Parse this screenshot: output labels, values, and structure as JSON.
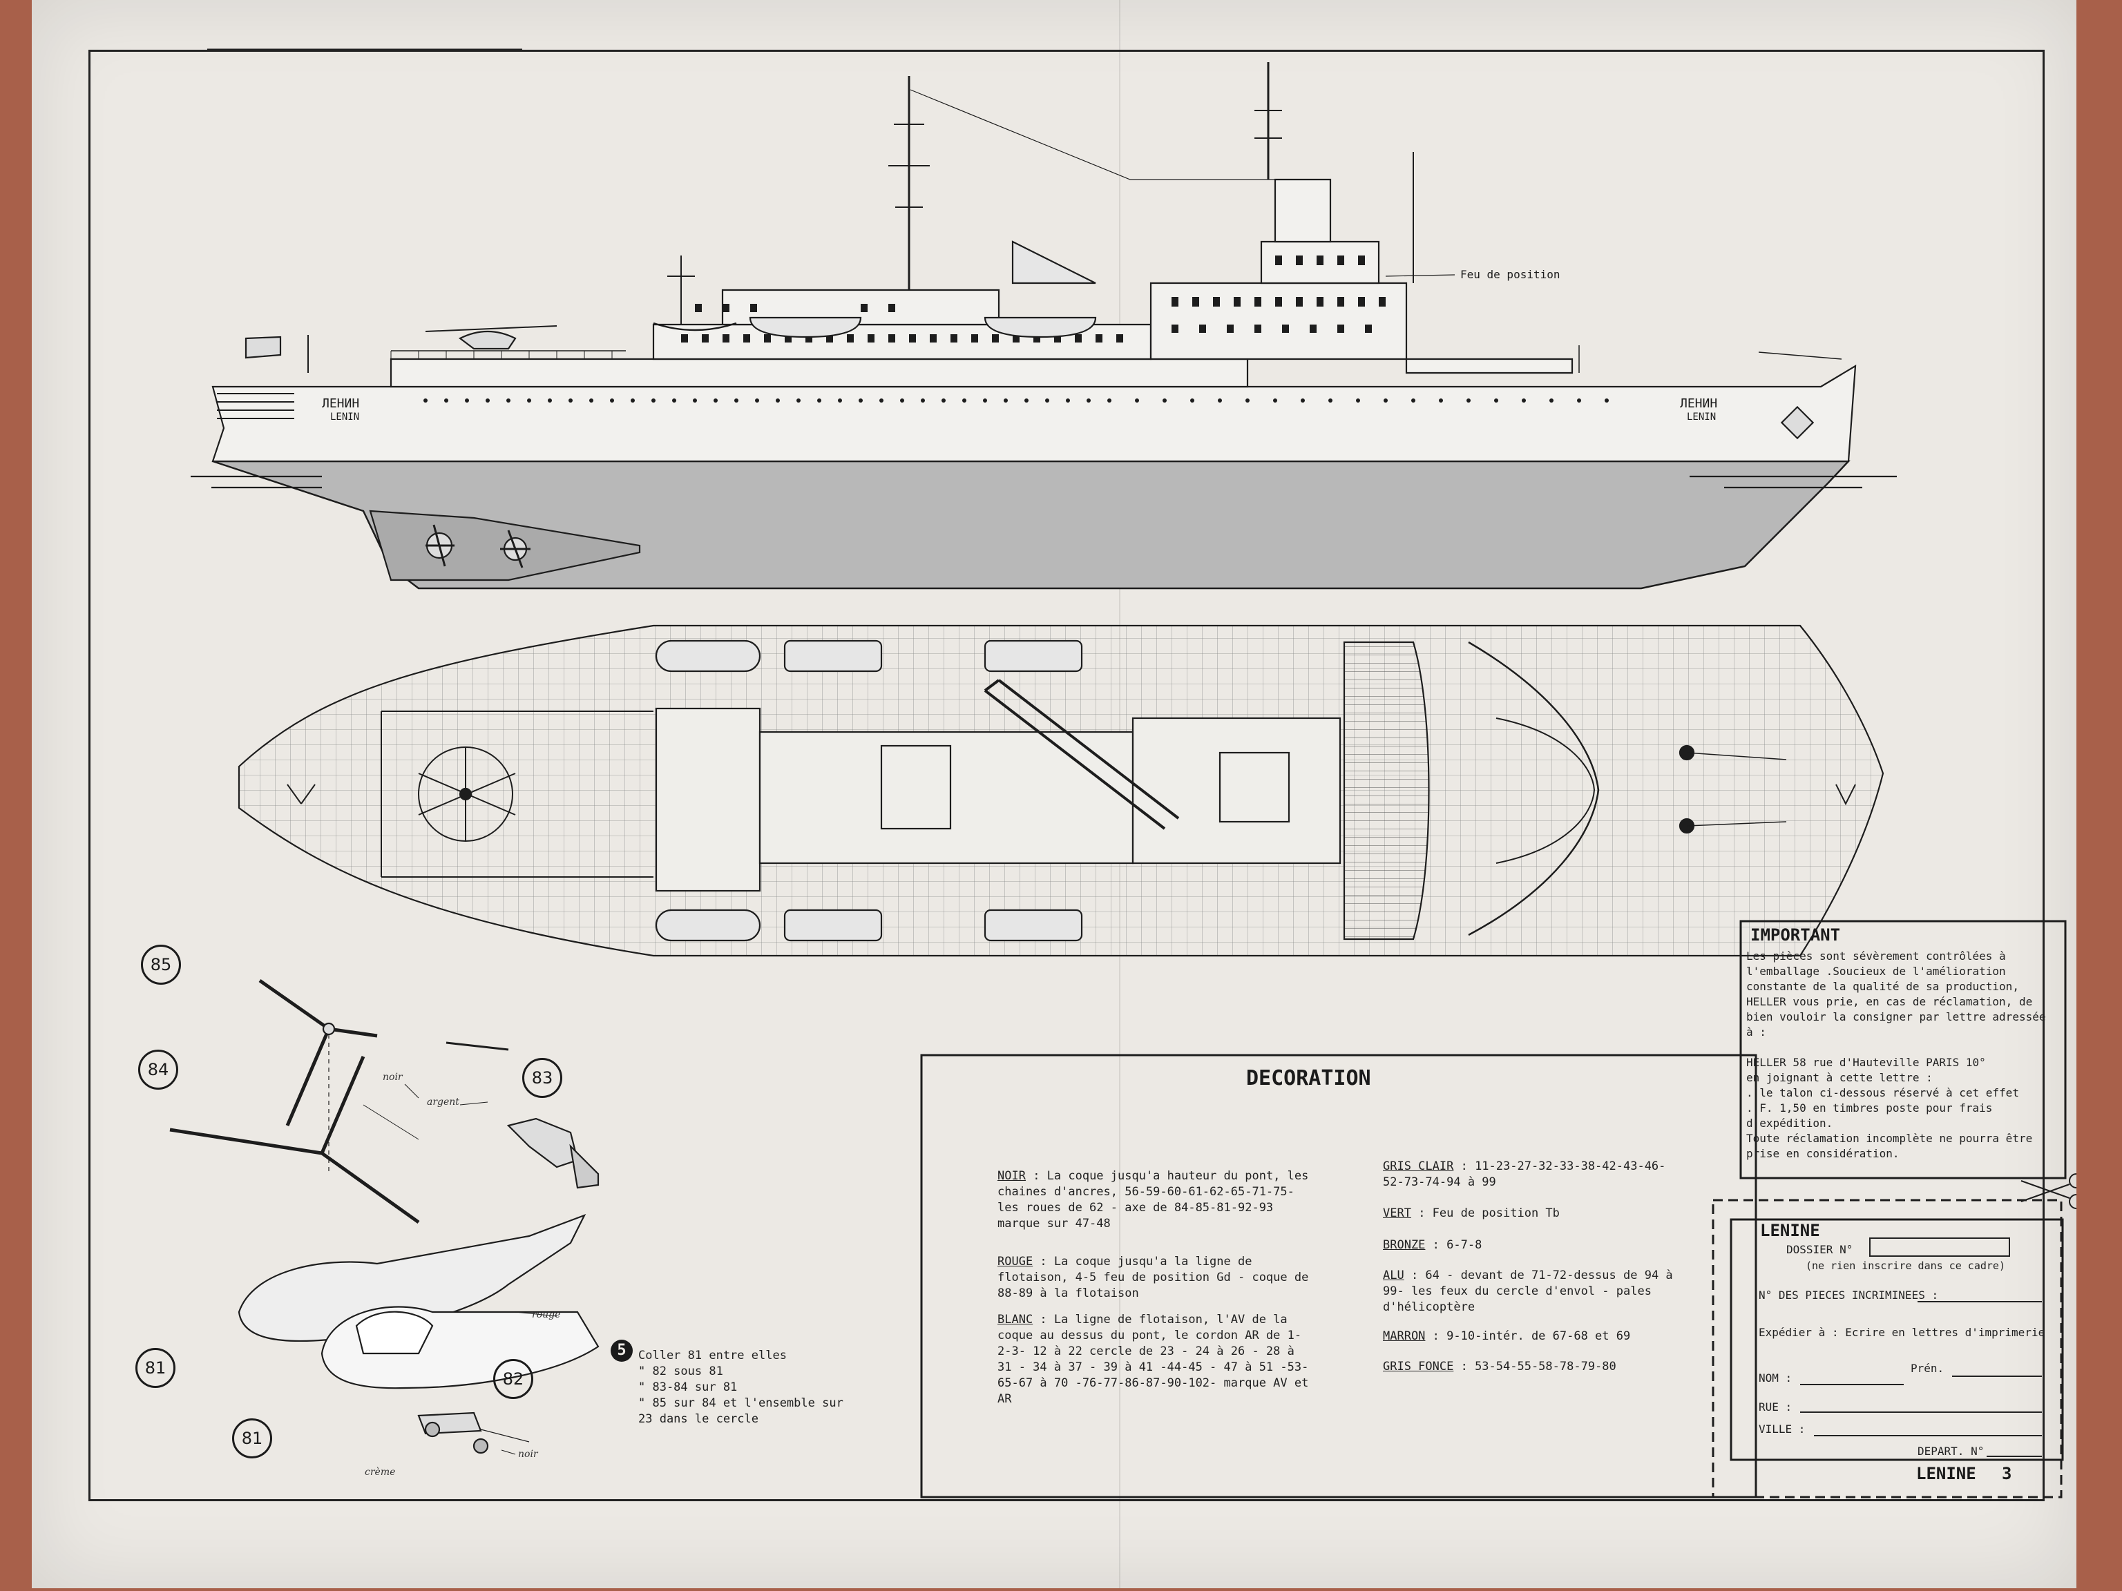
{
  "ship": {
    "name_cyrillic": "ЛЕНИН",
    "name_latin": "LENIN",
    "feu_label": "Feu de position"
  },
  "parts": {
    "p85": "85",
    "p84": "84",
    "p83": "83",
    "p82": "82",
    "p81a": "81",
    "p81b": "81",
    "noir1": "noir",
    "argent": "argent",
    "rouge": "rouge",
    "noir2": "noir",
    "creme": "crème"
  },
  "step5": {
    "number": "5",
    "text": "Coller 81 entre elles\n   \"      82 sous 81\n   \"      83-84 sur 81\n   \"      85 sur 84 et l'ensemble sur\n23 dans le cercle"
  },
  "decoration": {
    "title": "DECORATION",
    "left": [
      {
        "key": "NOIR",
        "text": " : La coque jusqu'a hauteur du pont, les chaines d'ancres, 56-59-60-61-62-65-71-75-les roues de 62 - axe de 84-85-81-92-93 marque sur 47-48"
      },
      {
        "key": "ROUGE",
        "text": " : La coque jusqu'a la ligne de flotaison, 4-5 feu de position Gd - coque de 88-89 à la flotaison"
      },
      {
        "key": "BLANC",
        "text": " : La ligne de flotaison, l'AV de la coque au dessus du pont, le cordon AR de 1-2-3- 12 à 22 cercle de 23 - 24 à 26 - 28 à 31 - 34 à 37 - 39 à 41 -44-45 - 47 à 51 -53-65-67 à 70 -76-77-86-87-90-102- marque AV et AR"
      }
    ],
    "right": [
      {
        "key": "GRIS CLAIR",
        "text": " : 11-23-27-32-33-38-42-43-46-52-73-74-94 à 99"
      },
      {
        "key": "VERT",
        "text": " : Feu de position Tb"
      },
      {
        "key": "BRONZE",
        "text": " : 6-7-8"
      },
      {
        "key": "ALU",
        "text": " : 64 - devant de 71-72-dessus de 94 à 99- les feux du cercle d'envol - pales d'hélicoptère"
      },
      {
        "key": "MARRON",
        "text": " : 9-10-intér. de 67-68 et 69"
      },
      {
        "key": "GRIS FONCE",
        "text": " : 53-54-55-58-78-79-80"
      }
    ]
  },
  "important": {
    "title": "IMPORTANT",
    "body": "Les pièces sont sévèrement contrôlées à l'emballage .Soucieux de l'amélioration constante de la qualité de sa production, HELLER vous prie, en cas de réclamation, de bien vouloir la consigner par lettre adressée à :\n\nHELLER 58 rue d'Hauteville  PARIS 10°\nen joignant à cette lettre :\n  . le talon ci-dessous réservé à cet effet\n  . F. 1,50 en timbres poste pour frais d'expédition.\n     Toute réclamation incomplète ne pourra être prise en considération."
  },
  "form": {
    "title": "LENINE",
    "dossier": "DOSSIER N°",
    "dossier_note": "(ne rien inscrire dans ce cadre)",
    "pieces": "N° DES PIECES INCRIMINEES :",
    "expedier": "Expédier à : Ecrire en lettres d'imprimerie",
    "nom": "NOM :",
    "prenom": "Prén.",
    "rue": "RUE :",
    "ville": "VILLE :",
    "depart": "DEPART. N°"
  },
  "footer": {
    "model": "LENINE",
    "page": "3"
  }
}
